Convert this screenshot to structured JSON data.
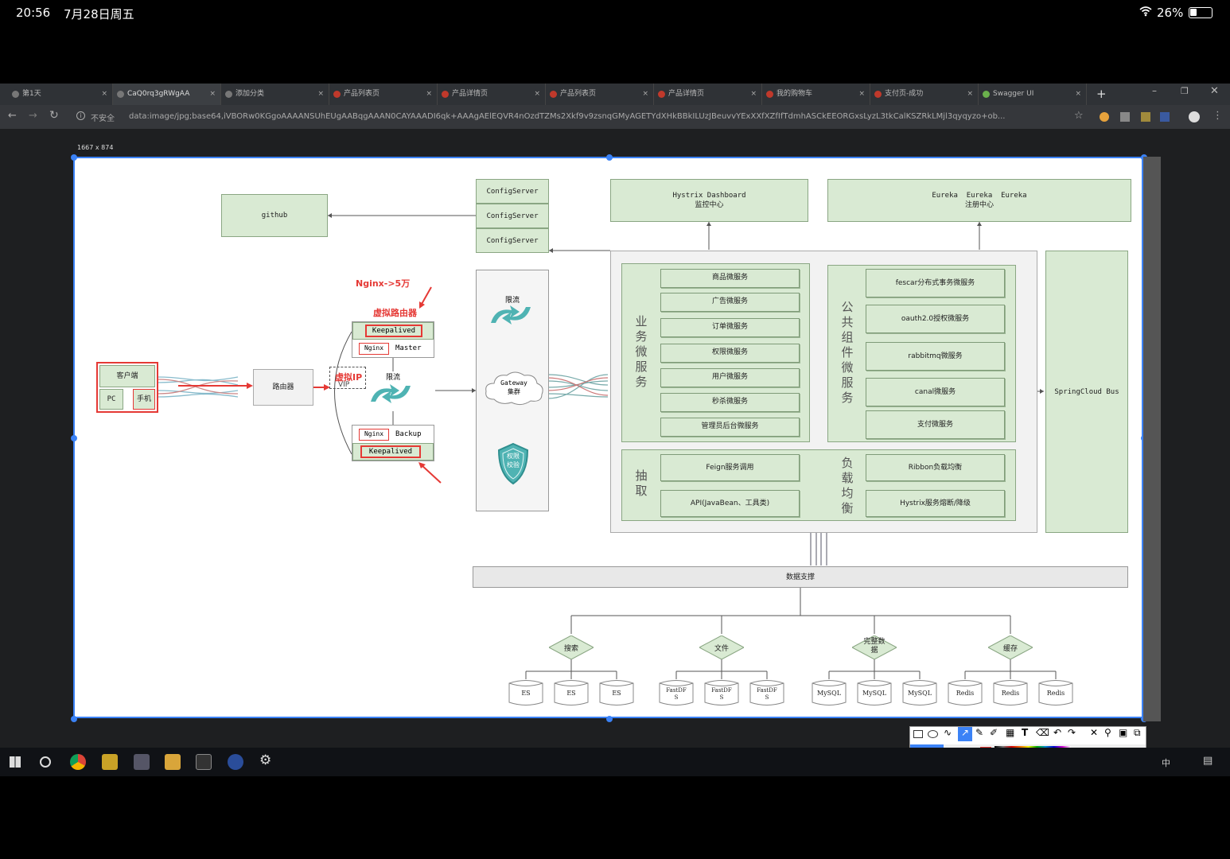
{
  "status": {
    "time": "20:56",
    "date": "7月28日周五",
    "battery": "26%"
  },
  "tabs": [
    {
      "label": "第1天",
      "active": false
    },
    {
      "label": "CaQ0rq3gRWgAA",
      "active": true
    },
    {
      "label": "添加分类",
      "active": false
    },
    {
      "label": "产品列表页",
      "active": false
    },
    {
      "label": "产品详情页",
      "active": false
    },
    {
      "label": "产品列表页",
      "active": false
    },
    {
      "label": "产品详情页",
      "active": false
    },
    {
      "label": "我的购物车",
      "active": false
    },
    {
      "label": "支付页-成功",
      "active": false
    },
    {
      "label": "Swagger UI",
      "active": false
    }
  ],
  "address": {
    "security": "不安全",
    "url": "data:image/jpg;base64,iVBORw0KGgoAAAANSUhEUgAABqgAAAN0CAYAAADI6qk+AAAgAElEQVR4nOzdTZMs2Xkf9v9zsnqGMyAGETYdXHkBBkILUzJBeuvvYExXXfXZfIfTdmhASCkEEORGxsLyzL3tkCalKSZRkLMjl3qyqyzo+ob..."
  },
  "image_size": "1667 x 874",
  "diagram": {
    "github": "github",
    "config_servers": [
      "ConfigServer",
      "ConfigServer",
      "ConfigServer"
    ],
    "hystrix": [
      "Hystrix Dashboard",
      "监控中心"
    ],
    "eureka": [
      "Eureka  Eureka  Eureka",
      "注册中心"
    ],
    "nginx_note": "Nginx->5万",
    "virtual_router": "虚拟路由器",
    "keepalived": "Keepalived",
    "nginx": "Nginx",
    "master": "Master",
    "backup": "Backup",
    "virtual_ip": "虚拟IP",
    "vip": "VIP",
    "limit": "限流",
    "client": "客户端",
    "pc": "PC",
    "phone": "手机",
    "router": "路由器",
    "gateway": [
      "Gateway",
      "集群"
    ],
    "auth": [
      "权限",
      "校验"
    ],
    "biz_label": "业务微服务",
    "biz_services": [
      "商品微服务",
      "广告微服务",
      "订单微服务",
      "权限微服务",
      "用户微服务",
      "秒杀微服务",
      "管理员后台微服务"
    ],
    "common_label": "公共组件微服务",
    "common_services": [
      "fescar分布式事务微服务",
      "oauth2.0授权微服务",
      "rabbitmq微服务",
      "canal微服务",
      "支付微服务"
    ],
    "extract_label": "抽取",
    "extract_items": [
      "Feign服务调用",
      "API(JavaBean、工具类)"
    ],
    "lb_label": "负载均衡",
    "lb_items": [
      "Ribbon负载均衡",
      "Hystrix服务熔断/降级"
    ],
    "bus": "SpringCloud Bus",
    "data_support": "数据支撑",
    "categories": [
      "搜索",
      "文件",
      "完整数据",
      "缓存"
    ],
    "es": [
      "ES",
      "ES",
      "ES"
    ],
    "fastdfs": [
      "FastDF S",
      "FastDF S",
      "FastDF S"
    ],
    "mysql": [
      "MySQL",
      "MySQL",
      "MySQL"
    ],
    "redis": [
      "Redis",
      "Redis",
      "Redis"
    ]
  },
  "colors": {
    "accent": "#3b82f6",
    "box_fill": "#d9ead3",
    "annotation": "#e53935",
    "teal": "#4fb3b3"
  }
}
